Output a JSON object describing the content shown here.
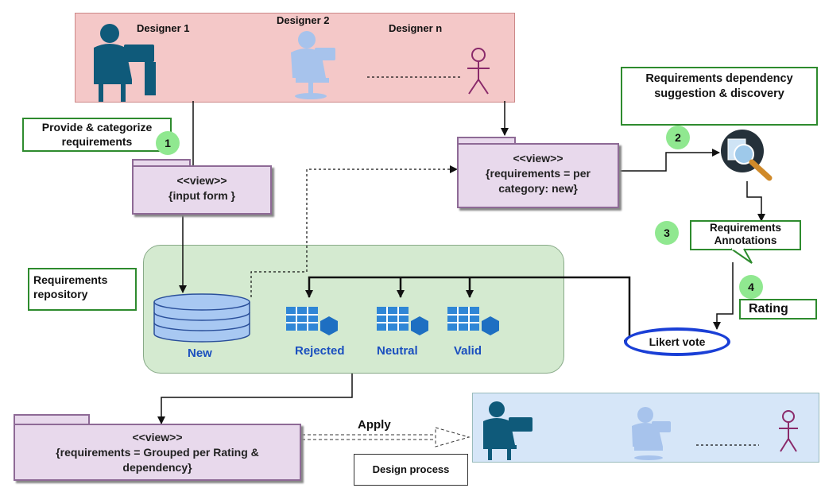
{
  "designers": {
    "d1": "Designer 1",
    "d2": "Designer 2",
    "dn": "Designer n"
  },
  "notes": {
    "provide": "Provide & categorize requirements",
    "dependency": "Requirements dependency suggestion & discovery",
    "repository": "Requirements repository",
    "annotations": "Requirements Annotations",
    "rating": "Rating",
    "design_process": "Design process",
    "apply": "Apply"
  },
  "steps": [
    "1",
    "2",
    "3",
    "4"
  ],
  "views": {
    "input_form": {
      "line1": "<<view>>",
      "line2": "{input form }"
    },
    "per_category": {
      "line1": "<<view>>",
      "line2": "{requirements = per",
      "line3": "category: new}"
    },
    "grouped": {
      "line1": "<<view>>",
      "line2": "{requirements = Grouped per Rating &",
      "line3": "dependency}"
    }
  },
  "repository_items": {
    "new": "New",
    "rejected": "Rejected",
    "neutral": "Neutral",
    "valid": "Valid"
  },
  "likert": "Likert vote",
  "colors": {
    "designer_band": "#f4c8c8",
    "design_band": "#d6e6f8",
    "repository_bg": "#d4ead0",
    "view_fill": "#e8d9ec",
    "step_circle": "#90e890",
    "item_blue": "#1a4fbf"
  }
}
